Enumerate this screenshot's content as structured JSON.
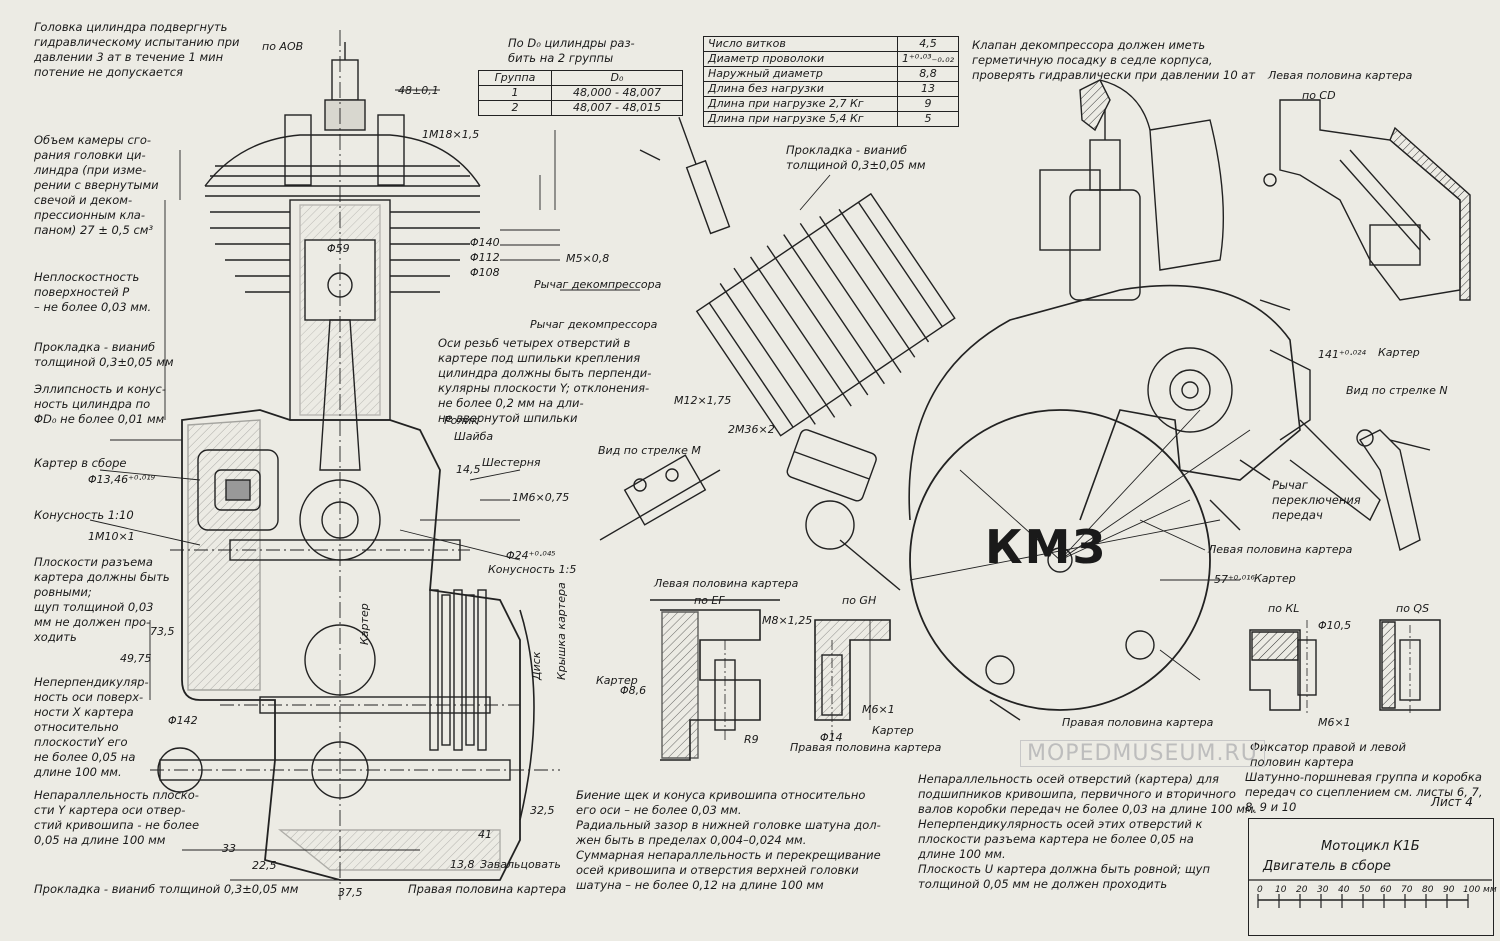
{
  "notes": {
    "head_test": "Головка цилиндра подвергнуть\nгидравлическому испытанию при\nдавлении 3 ат в течение 1 мин\nпотение не допускается",
    "chamber_volume": "Объем камеры сго-\nрания головки ци-\nлиндра (при изме-\nрении с ввернутыми\nсвечой и деком-\nпрессионным кла-\nпаном) 27 ± 0,5 см³",
    "flatness": "Неплоскостность\nповерхностей Р\n– не более 0,03 мм.",
    "gasket_vianib": "Прокладка - вианиб\nтолщиной 0,3±0,05 мм",
    "ellipticity": "Эллипсность и конус-\nность цилиндра по\nΦD₀ не более 0,01 мм",
    "crankcase_assembly": "Картер в сборе",
    "conicity_110": "Конусность 1:10",
    "parting_planes": "Плоскости разъема\nкартера должны быть\nровными;\nщуп толщиной 0,03\nмм не должен про-\nходить",
    "nonperp_x": "Неперпендикуляр-\nность оси поверх-\nности X картера\nотносительно\nплоскостиY его\nне более 0,05 на\nдлине 100 мм.",
    "nonparallel_y": "Непараллельность плоско-\nсти Y картера оси отвер-\nстий кривошипа - не более\n0,05 на длине 100 мм",
    "gasket_bottom": "Прокладка - вианиб толщиной 0,3±0,05 мм",
    "right_half_crankcase": "Правая половина картера",
    "cylinder_groups": "По D₀ цилиндры раз-\nбить на 2 группы",
    "studs": "Оси резьб четырех отверстий в\nкартере под шпильки крепления\nцилиндра должны быть перпенди-\nкулярны плоскости Y; отклонения-\nне более 0,2 мм на дли-\nне ввернутой шпильки",
    "decompressor_valve": "Клапан декомпрессора должен иметь\nгерметичную посадку в седле корпуса,\nпроверять гидравлически при давлении 10 ат",
    "runout": "Биение щек и конуса кривошипа относительно\nего оси – не более 0,03 мм.\nРадиальный зазор в нижней головке шатуна дол-\nжен быть в пределах 0,004–0,024 мм.\nСуммарная непараллельность и перекрещивание\nосей кривошипа и отверстия верхней головки\nшатуна – не более 0,12 на длине 100 мм",
    "holes_parallel": "Непараллельность осей отверстий (картера) для\nподшипников кривошипа, первичного и вторичного\nвалов коробки передач не более 0,03 на длине 100 мм.\nНеперпендикулярность осей этих отверстий к\nплоскости разъема картера не более 0,05 на\nдлине 100 мм.\nПлоскость U картера должна быть ровной; щуп\nтолщиной 0,05 мм не должен проходить",
    "group_ref": "Шатунно-поршневая группа и коробка\nпередач со сцеплением см. листы 6, 7,\n8, 9 и 10",
    "retainer": "Фиксатор правой и левой\nполовин картера"
  },
  "spring_table": {
    "rows": [
      [
        "Число витков",
        "4,5"
      ],
      [
        "Диаметр проволоки",
        "1⁺⁰·⁰³₋₀.₀₂"
      ],
      [
        "Наружный диаметр",
        "8,8"
      ],
      [
        "Длина без нагрузки",
        "13"
      ],
      [
        "Длина при нагрузке 2,7 Кг",
        "9"
      ],
      [
        "Длина при нагрузке 5,4 Кг",
        "5"
      ]
    ]
  },
  "group_table": {
    "header": [
      "Группа",
      "D₀"
    ],
    "rows": [
      [
        "1",
        "48,000 - 48,007"
      ],
      [
        "2",
        "48,007 - 48,015"
      ]
    ]
  },
  "labels": {
    "po_aob": "по АОВ",
    "dim_48": "48±0,1",
    "m18": "1М18×1,5",
    "m5": "М5×0,8",
    "decomp_lever_1": "Рычаг декомпрессора",
    "decomp_lever_2": "Рычаг декомпрессора",
    "gasket_top": "Прокладка - вианиб\nтолщиной 0,3±0,05 мм",
    "m12": "М12×1,75",
    "m36": "2М36×2",
    "roller": "Ролик",
    "washer": "Шайба",
    "gear_1": "Шестерня",
    "m6_075": "1М6×0,75",
    "phi24": "Φ24⁺⁰·⁰⁴⁵",
    "conicity_15": "Конусность 1:5",
    "cover": "Крышка картера",
    "disk": "Диск",
    "crankcase_mid": "Картер",
    "view_m": "Вид по стрелке М",
    "left_half_1": "Левая половина картера",
    "po_ef": "по ЕF",
    "po_gh": "по GH",
    "m8": "М8×1,25",
    "kartr_1": "Картер",
    "phi86": "Φ8,6",
    "m6x1_1": "М6×1",
    "kartr_2": "Картер",
    "phi14": "Φ14",
    "right_half_1": "Правая половина картера",
    "r9": "R9",
    "rolled": "Завальцовать",
    "left_half_2": "Левая половина картера",
    "po_cd": "по СD",
    "dim_141": "141⁺⁰·⁰²⁴",
    "kartr_3": "Картер",
    "view_n": "Вид по стрелке N",
    "shift_lever": "Рычаг\nпереключения\nпередач",
    "left_half_3": "Левая половина картера",
    "dim_57": "57⁺⁰·⁰¹⁶",
    "kartr_4": "Картер",
    "po_kl": "по КL",
    "po_qs": "по QS",
    "phi105": "Φ10,5",
    "m6x1_2": "М6×1",
    "right_half_2": "Правая половина картера",
    "phi140": "Φ140",
    "phi112": "Φ112",
    "phi108": "Φ108",
    "phi59": "Φ59",
    "phi1346": "Φ13,46⁺⁰·⁰¹⁹",
    "m10": "1М10×1",
    "phi142": "Φ142",
    "dim_4975": "49,75",
    "dim_735": "73,5",
    "dim_225": "22,5",
    "dim_375": "37,5",
    "dim_33": "33",
    "dim_138": "13,8",
    "dim_325": "32,5",
    "dim_41": "41",
    "dim_145": "14,5",
    "logo": "КМЗ"
  },
  "title_block": {
    "title": "Мотоцикл К1Б",
    "subtitle": "Двигатель в сборе",
    "sheet": "Лист 4",
    "scale_labels": [
      "0",
      "10",
      "20",
      "30",
      "40",
      "50",
      "60",
      "70",
      "80",
      "90",
      "100 мм"
    ]
  },
  "watermark": "MOPEDMUSEUM.RU"
}
